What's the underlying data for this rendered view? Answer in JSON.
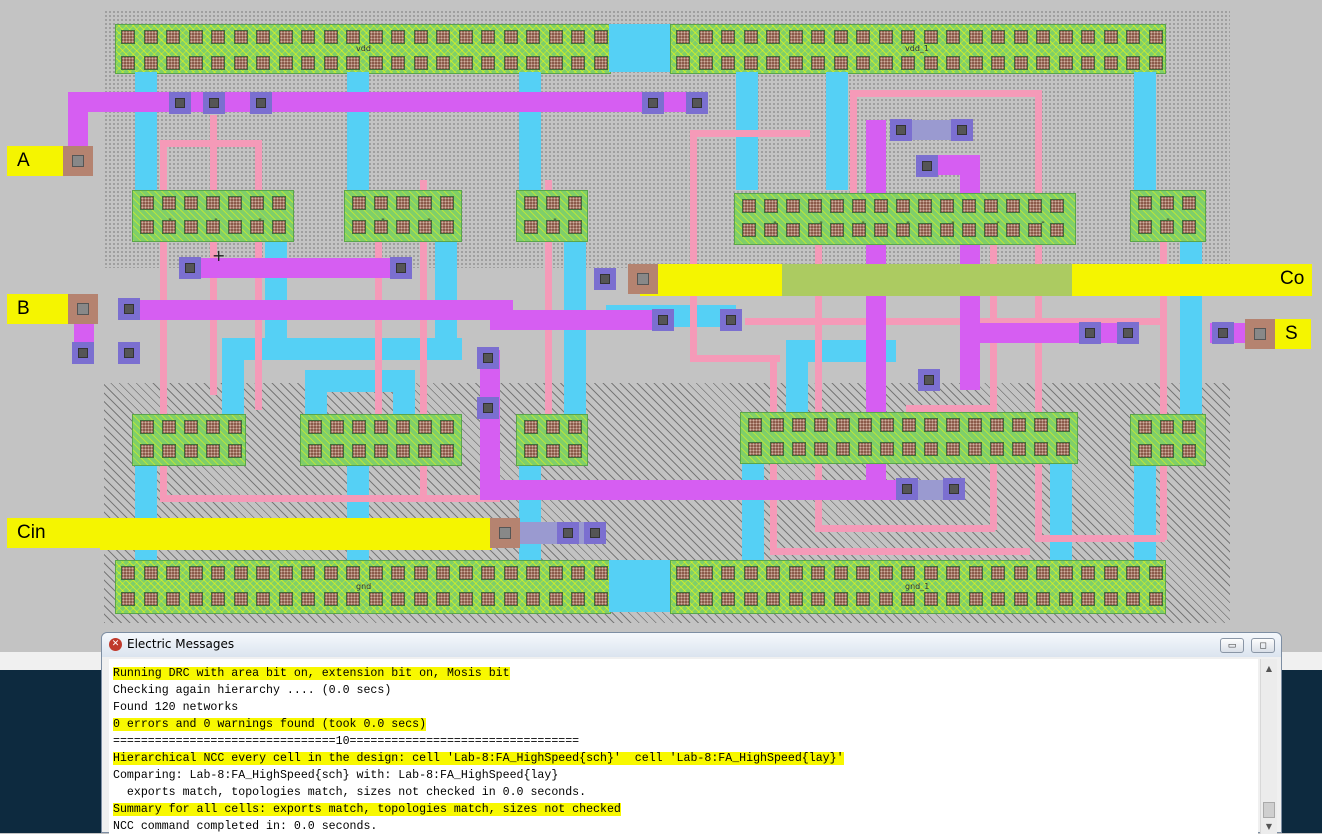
{
  "layout_view": {
    "pins": {
      "a": "A",
      "b": "B",
      "cin": "Cin",
      "co": "Co",
      "s": "S"
    },
    "rails": {
      "vdd": "vdd",
      "vdd_1": "vdd_1",
      "gnd": "gnd",
      "gnd_1": "gnd_1"
    }
  },
  "messages_window": {
    "title": "Electric Messages",
    "buttons": {
      "minimize": "▭",
      "maximize": "◻"
    },
    "lines": [
      "Running DRC with area bit on, extension bit on, Mosis bit",
      "Checking again hierarchy .... (0.0 secs)",
      "Found 120 networks",
      "0 errors and 0 warnings found (took 0.0 secs)",
      "================================10=================================",
      "Hierarchical NCC every cell in the design: cell 'Lab-8:FA_HighSpeed{sch}'  cell 'Lab-8:FA_HighSpeed{lay}'",
      "Comparing: Lab-8:FA_HighSpeed{sch} with: Lab-8:FA_HighSpeed{lay}",
      "  exports match, topologies match, sizes not checked in 0.0 seconds.",
      "Summary for all cells: exports match, topologies match, sizes not checked",
      "NCC command completed in: 0.0 seconds."
    ]
  },
  "colors": {
    "background": "#c3c3c3",
    "metal1": "#55d0f5",
    "metal2": "#d65ef2",
    "poly": "#f59ab8",
    "diffusion": "#7fcf6a",
    "pin_highlight": "#f5f500",
    "taskbar": "#0d2a3f"
  },
  "icons": {
    "app": "electric-app-icon",
    "scroll_up": "chevron-up-icon",
    "scroll_down": "chevron-down-icon"
  }
}
